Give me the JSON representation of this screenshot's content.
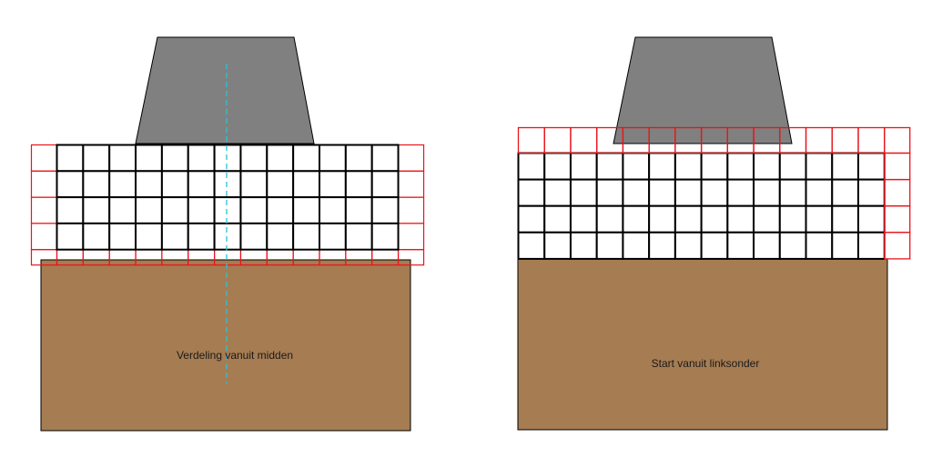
{
  "colors": {
    "floor": "#A67C52",
    "object": "#808080",
    "full_tile_stroke": "#000000",
    "cut_tile_stroke": "#E8141B",
    "center_line": "#29C3D6",
    "background": "#FFFFFF"
  },
  "panels": [
    {
      "id": "center",
      "caption": "Verdeling vanuit midden",
      "full_cols": 13,
      "full_rows": 4,
      "cut_tiles": "left-column, right-column, bottom-row",
      "has_center_line": true
    },
    {
      "id": "bottom-left",
      "caption": "Start vanuit linksonder",
      "full_cols": 14,
      "full_rows": 4,
      "cut_tiles": "top-row, right-column",
      "has_center_line": false
    }
  ]
}
